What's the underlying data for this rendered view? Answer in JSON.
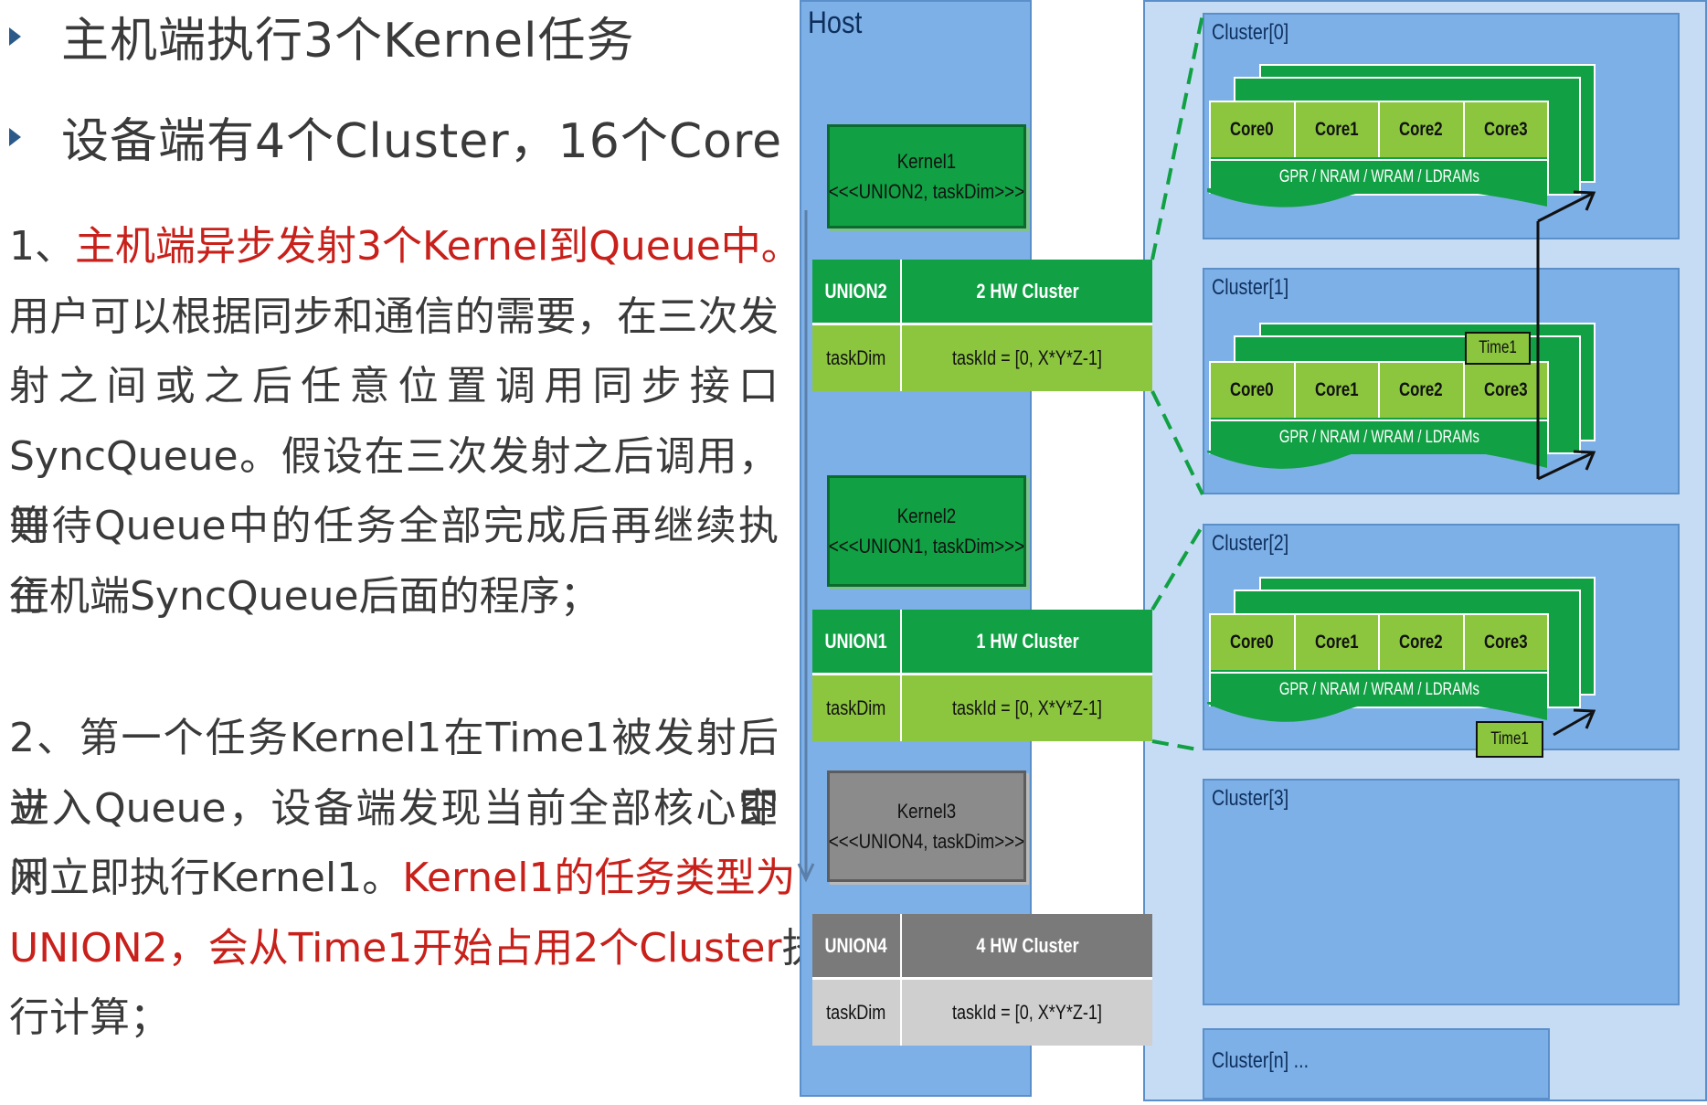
{
  "left": {
    "bullets": [
      "主机端执行3个Kernel任务",
      "设备端有4个Cluster，16个Core"
    ],
    "para1": {
      "prefix": "1、",
      "highlight": "主机端异步发射3个Kernel到Queue中。",
      "line2": "用户可以根据同步和通信的需要，在三次发",
      "line3": "射之间或之后任意位置调用同步接口",
      "line4": "SyncQueue。假设在三次发射之后调用，则",
      "line5": "等待Queue中的任务全部完成后再继续执行",
      "line6": "主机端SyncQueue后面的程序；"
    },
    "para2": {
      "line1": "2、第一个任务Kernel1在Time1被发射后立即",
      "line2": "进入Queue，设备端发现当前全部核心空闲",
      "line3_plain": "则立即执行Kernel1。",
      "line3_red": "Kernel1的任务类型为",
      "line4_red": "UNION2，会从Time1开始占用2个Cluster",
      "line4_plain": "执",
      "line5": "行计算；"
    }
  },
  "diagram": {
    "host_label": "Host",
    "kernels": [
      {
        "name": "Kernel1",
        "sig": "<<<UNION2, taskDim>>>"
      },
      {
        "name": "Kernel2",
        "sig": "<<<UNION1, taskDim>>>"
      },
      {
        "name": "Kernel3",
        "sig": "<<<UNION4, taskDim>>>"
      }
    ],
    "unions": [
      {
        "type": "UNION2",
        "hw": "2 HW Cluster",
        "dim_label": "taskDim",
        "task_id": "taskId = [0, X*Y*Z-1]"
      },
      {
        "type": "UNION1",
        "hw": "1 HW Cluster",
        "dim_label": "taskDim",
        "task_id": "taskId = [0, X*Y*Z-1]"
      },
      {
        "type": "UNION4",
        "hw": "4 HW Cluster",
        "dim_label": "taskDim",
        "task_id": "taskId = [0, X*Y*Z-1]"
      }
    ],
    "clusters": [
      {
        "label": "Cluster[0]",
        "cores": [
          "Core0",
          "Core1",
          "Core2",
          "Core3"
        ],
        "memory": "GPR / NRAM / WRAM / LDRAMs"
      },
      {
        "label": "Cluster[1]",
        "cores": [
          "Core0",
          "Core1",
          "Core2",
          "Core3"
        ],
        "memory": "GPR / NRAM / WRAM / LDRAMs",
        "time": "Time1"
      },
      {
        "label": "Cluster[2]",
        "cores": [
          "Core0",
          "Core1",
          "Core2",
          "Core3"
        ],
        "memory": "GPR / NRAM / WRAM / LDRAMs",
        "time": "Time1"
      },
      {
        "label": "Cluster[3]"
      },
      {
        "label": "Cluster[n] ..."
      }
    ],
    "colors": {
      "dark_green": "#11a044",
      "light_green": "#8cc63f",
      "host_blue": "#7eb0e8",
      "device_blue": "#c6dcf4",
      "gray": "#7a7a7a",
      "red_text": "#c8201a"
    }
  }
}
